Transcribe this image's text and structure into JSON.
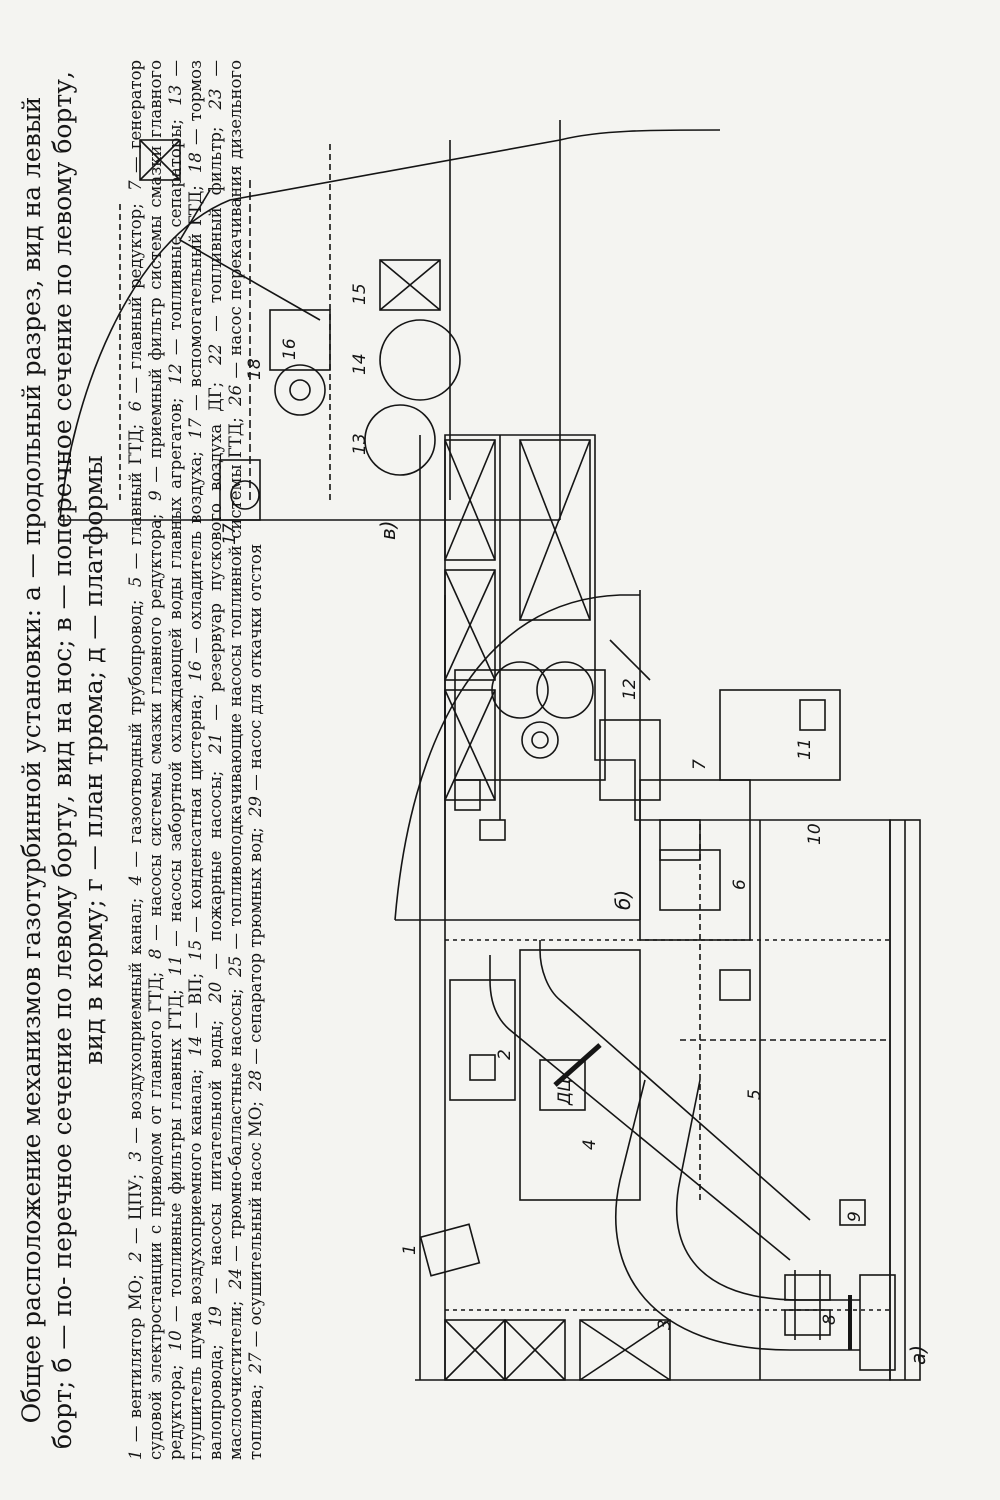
{
  "caption": {
    "title_lines": [
      "Общее расположение механизмов газотурбинной установки: а — продольный разрез, вид на левый борт; б — по-",
      "перечное сечение по левому борту, вид на нос; в — поперечное сечение по левому борту, вид в корму; г — план трюма; д —",
      "платформы"
    ],
    "legend": [
      {
        "n": "1",
        "t": "— вентилятор МО;"
      },
      {
        "n": "2",
        "t": "— ЦПУ;"
      },
      {
        "n": "3",
        "t": "— воздухоприемный канал;"
      },
      {
        "n": "4",
        "t": "— газоотводный трубопровод;"
      },
      {
        "n": "5",
        "t": "— главный ГТД;"
      },
      {
        "n": "6",
        "t": "— главный редуктор;"
      },
      {
        "n": "7",
        "t": "— генератор судовой электростанции с приводом от главного ГТД;"
      },
      {
        "n": "8",
        "t": "— насосы системы смазки главного редуктора;"
      },
      {
        "n": "9",
        "t": "— приемный фильтр системы смазки главного редуктора;"
      },
      {
        "n": "10",
        "t": "— топливные фильтры главных ГТД;"
      },
      {
        "n": "11",
        "t": "— насосы забортной охлаждающей воды главных агрегатов;"
      },
      {
        "n": "12",
        "t": "— топливные сепараторы;"
      },
      {
        "n": "13",
        "t": "— глушитель шума воздухоприемного канала;"
      },
      {
        "n": "14",
        "t": "— ВП;"
      },
      {
        "n": "15",
        "t": "— конденсатная цистерна;"
      },
      {
        "n": "16",
        "t": "— охладитель воздуха;"
      },
      {
        "n": "17",
        "t": "— вспомогательный ГТД;"
      },
      {
        "n": "18",
        "t": "— тормоз валопровода;"
      },
      {
        "n": "19",
        "t": "— насосы питательной воды;"
      },
      {
        "n": "20",
        "t": "— пожарные насосы;"
      },
      {
        "n": "21",
        "t": "— резервуар пускового воздуха ДГ;"
      },
      {
        "n": "22",
        "t": "— топливный фильтр;"
      },
      {
        "n": "23",
        "t": "— маслоочистители;"
      },
      {
        "n": "24",
        "t": "— трюмно-балластные насосы;"
      },
      {
        "n": "25",
        "t": "— топливоподкачивающие насосы топливной системы ГТД;"
      },
      {
        "n": "26",
        "t": "— насос перекачивания дизельного топлива;"
      },
      {
        "n": "27",
        "t": "— осушительный насос МО;"
      },
      {
        "n": "28",
        "t": "— сепаратор трюмных вод;"
      },
      {
        "n": "29",
        "t": "— насос для откачки отстоя"
      }
    ]
  },
  "panels": {
    "a": "а)",
    "b": "б)",
    "v": "в)"
  },
  "callouts": {
    "c1": "1",
    "c2": "2",
    "c3": "3",
    "c4": "4",
    "c5": "5",
    "c6": "6",
    "c7": "7",
    "c8": "8",
    "c9": "9",
    "c10": "10",
    "c11": "11",
    "c12": "12",
    "c13": "13",
    "c14": "14",
    "c15": "15",
    "c16": "16",
    "c17": "17",
    "c18": "18",
    "dc": "ДЦ"
  },
  "colors": {
    "ink": "#151515",
    "paper": "#f4f4f1"
  }
}
